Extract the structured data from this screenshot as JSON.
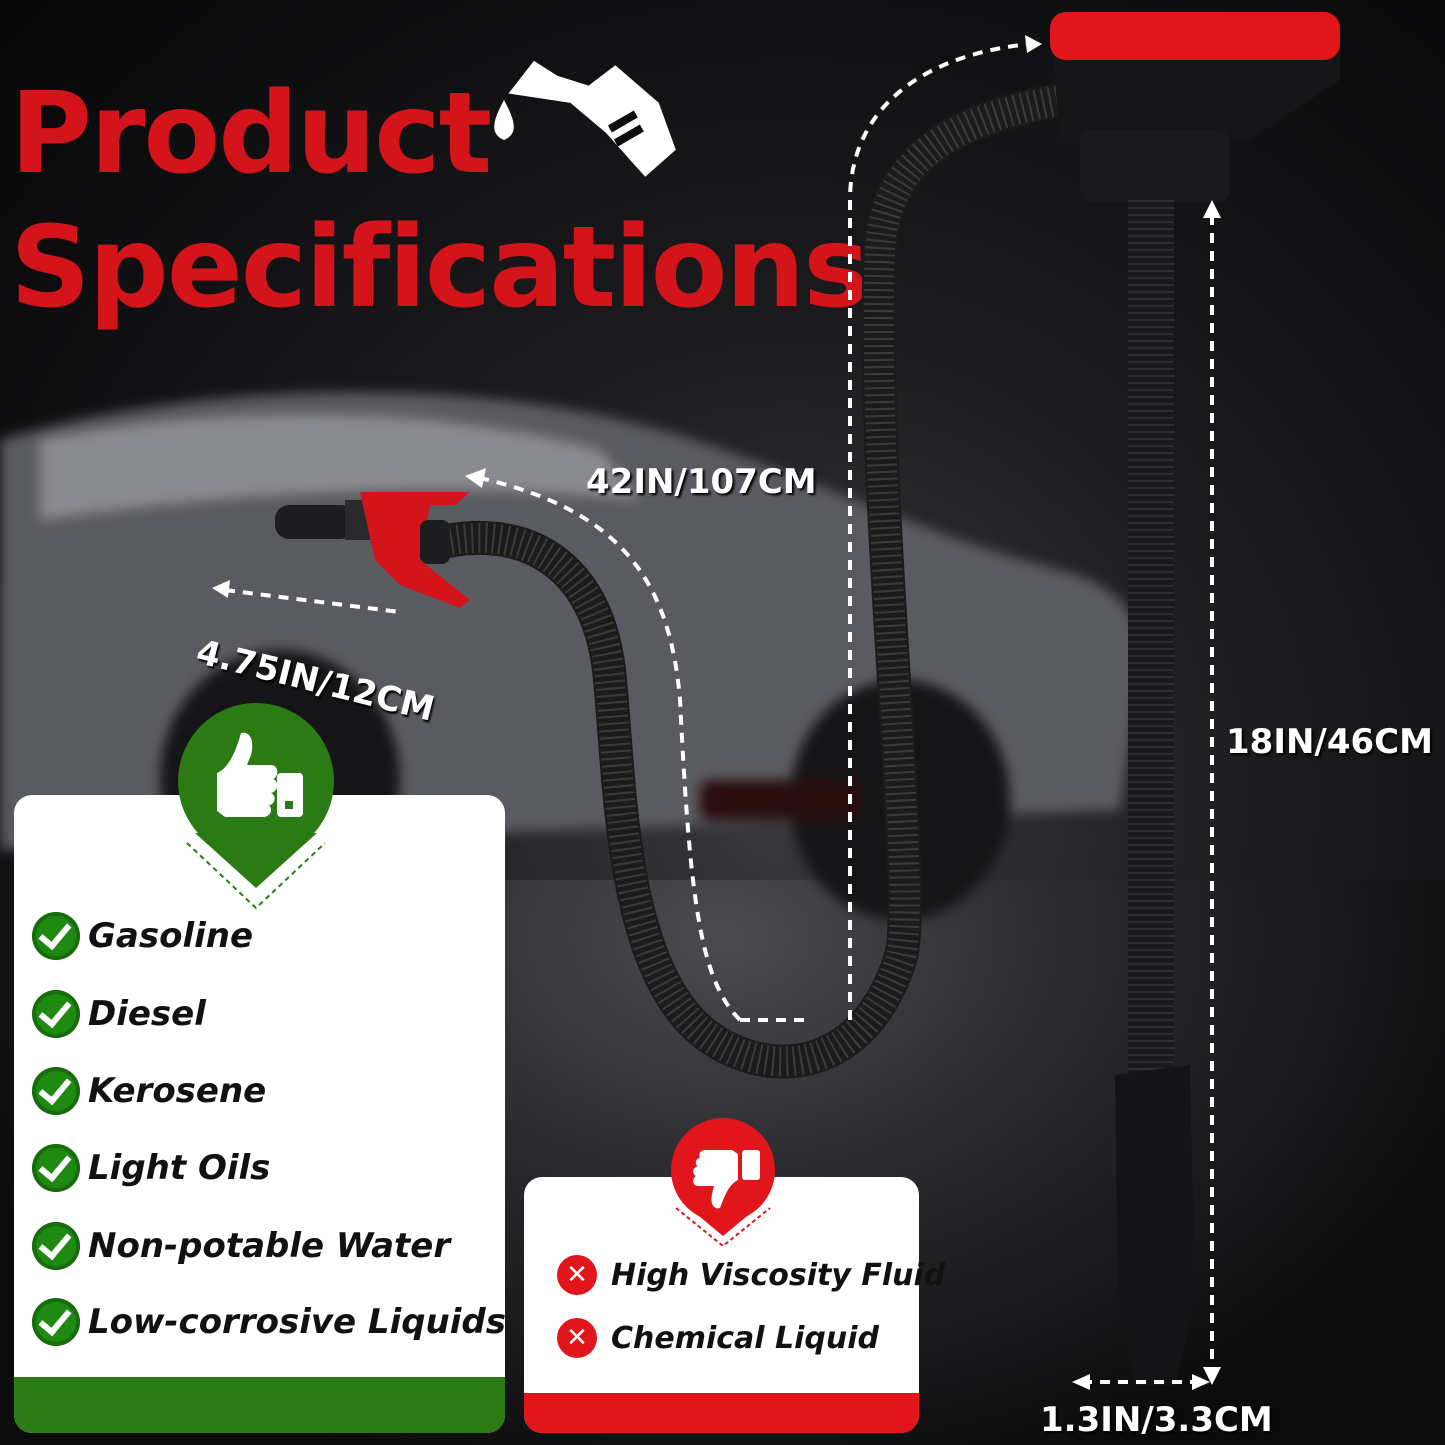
{
  "title": {
    "line1": "Product",
    "line2": "Specifications"
  },
  "dimensions": {
    "hose_length": "42IN/107CM",
    "nozzle_length": "4.75IN/12CM",
    "tube_length": "18IN/46CM",
    "tube_diameter": "1.3IN/3.3CM"
  },
  "suitable": {
    "icon": "thumbs-up-icon",
    "items": [
      "Gasoline",
      "Diesel",
      "Kerosene",
      "Light Oils",
      "Non-potable Water",
      "Low-corrosive Liquids"
    ]
  },
  "unsuitable": {
    "icon": "thumbs-down-icon",
    "items": [
      "High Viscosity Fluid",
      "Chemical Liquid"
    ]
  },
  "colors": {
    "title": "#d3141b",
    "good": "#2b7a14",
    "bad": "#e0161c",
    "pump_head": "#e0161c"
  },
  "icons": [
    "fuel-nozzle-icon",
    "fuel-drop-icon",
    "check-icon",
    "x-icon"
  ]
}
